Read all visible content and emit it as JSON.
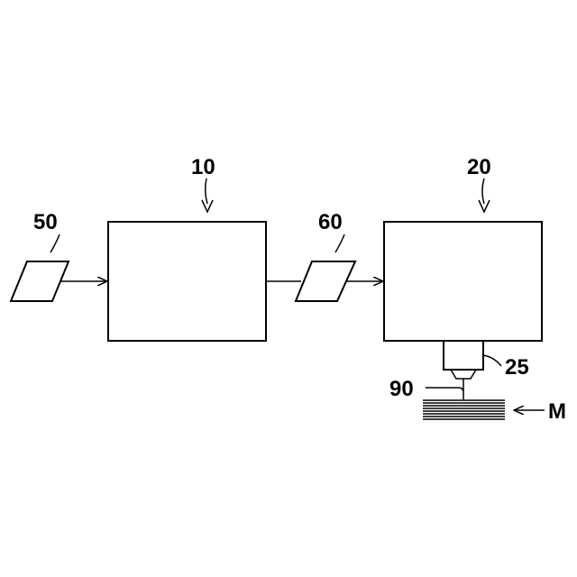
{
  "diagram": {
    "labels": {
      "block_10": "10",
      "block_20": "20",
      "data_50": "50",
      "data_60": "60",
      "head_25": "25",
      "nozzle_90": "90",
      "material_m": "M"
    },
    "colors": {
      "line": "#000000",
      "background": "#ffffff"
    }
  }
}
